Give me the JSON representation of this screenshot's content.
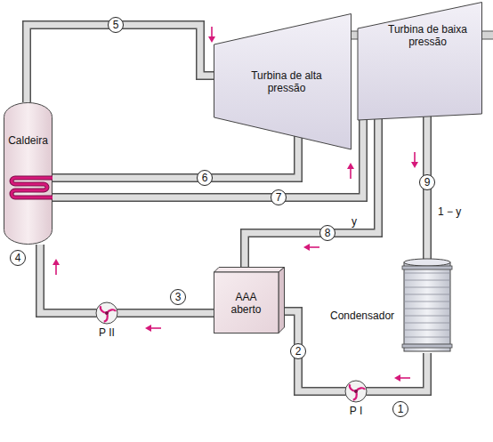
{
  "diagram": {
    "nodes": [
      {
        "text": [
          "Turbina de alta pressão"
        ]
      },
      {
        "text": [
          "Turbina de baixa pressão"
        ]
      },
      {
        "text": [
          "Caldeira"
        ]
      },
      {
        "text": [
          "AAA aberto"
        ]
      },
      {
        "text": [
          "Condensador"
        ]
      },
      {
        "text": [
          "P II"
        ]
      },
      {
        "text": [
          "P I"
        ]
      }
    ],
    "edges": [
      {
        "from": 2,
        "to": 0,
        "arrow": "to"
      },
      {
        "from": 0,
        "to": 2,
        "arrow": "none"
      },
      {
        "from": 2,
        "to": 1,
        "arrow": "to"
      },
      {
        "from": 1,
        "to": 3,
        "arrow": "to",
        "label": "y"
      },
      {
        "from": 1,
        "to": 4,
        "arrow": "to",
        "label": "1 − y"
      },
      {
        "from": 4,
        "to": 6,
        "arrow": "to"
      },
      {
        "from": 6,
        "to": 3,
        "arrow": "none"
      },
      {
        "from": 3,
        "to": 5,
        "arrow": "to"
      },
      {
        "from": 5,
        "to": 2,
        "arrow": "to"
      }
    ],
    "labels": [
      "5",
      "6",
      "7",
      "8",
      "9",
      "4",
      "3",
      "2",
      "1"
    ]
  }
}
